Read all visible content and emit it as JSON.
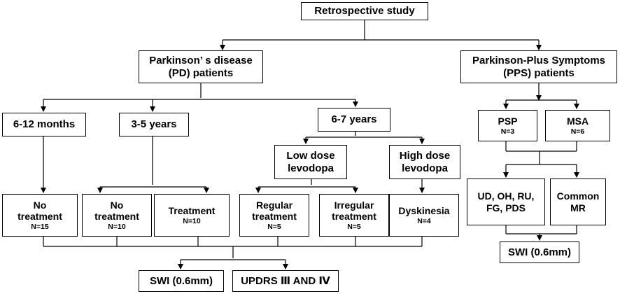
{
  "root": "Retrospective study",
  "pd": {
    "line1": "Parkinson’ s disease",
    "line2": "(PD) patients"
  },
  "pps": {
    "line1": "Parkinson-Plus Symptoms",
    "line2": "(PPS)  patients"
  },
  "durations": {
    "m": "6-12 months",
    "y35": "3-5 years",
    "y67": "6-7 years"
  },
  "dose": {
    "low": {
      "line1": "Low dose",
      "line2": "levodopa"
    },
    "high": {
      "line1": "High dose",
      "line2": "levodopa"
    }
  },
  "groups": {
    "no1": {
      "line1": "No",
      "line2": "treatment",
      "n": "N=15"
    },
    "no2": {
      "line1": "No",
      "line2": "treatment",
      "n": "N=10"
    },
    "treat": {
      "line1": "Treatment",
      "n": "N=10"
    },
    "reg": {
      "line1": "Regular",
      "line2": "treatment",
      "n": "N=5"
    },
    "irr": {
      "line1": "Irregular",
      "line2": "treatment",
      "n": "N=5"
    },
    "dys": {
      "line1": "Dyskinesia",
      "n": "N=4"
    }
  },
  "psp": {
    "label": "PSP",
    "n": "N=3"
  },
  "msa": {
    "label": "MSA",
    "n": "N=6"
  },
  "sym": {
    "line1": "UD, OH, RU,",
    "line2": "FG, PDS"
  },
  "common": {
    "line1": "Common",
    "line2": "MR"
  },
  "swi_right": "SWI (0.6mm)",
  "swi_left": "SWI (0.6mm)",
  "updrs": "UPDRS Ⅲ AND Ⅳ"
}
